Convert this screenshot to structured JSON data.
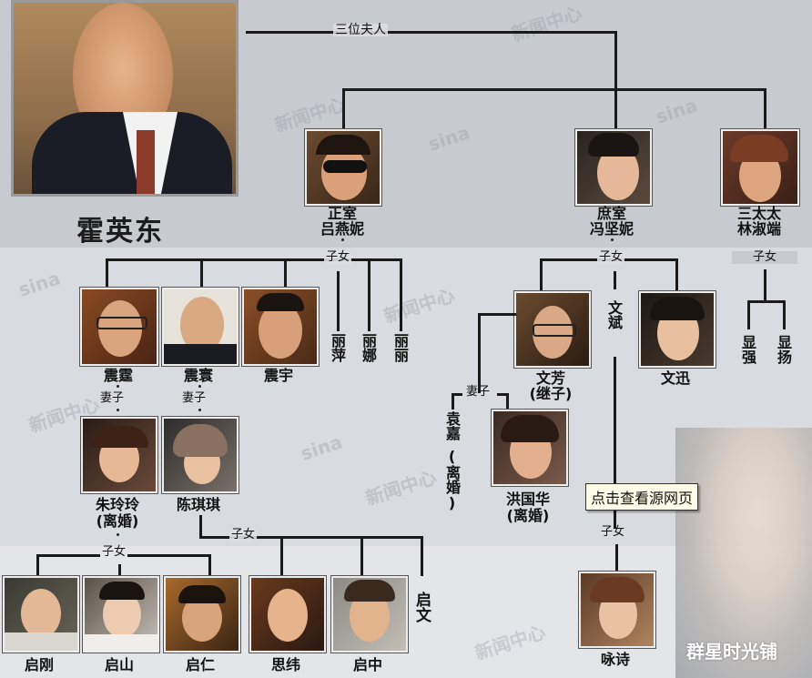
{
  "patriarch": {
    "name": "霍英东"
  },
  "wives_connector": "三位夫人",
  "wives": [
    {
      "title": "正室",
      "name": "吕燕妮",
      "children_label": "子女"
    },
    {
      "title": "庶室",
      "name": "冯坚妮",
      "children_label": "子女"
    },
    {
      "title": "三太太",
      "name": "林淑端",
      "children_label": "子女"
    }
  ],
  "wife1_children": {
    "sons": [
      {
        "name": "震霆",
        "spouse_label": "妻子"
      },
      {
        "name": "震寰",
        "spouse_label": "妻子"
      },
      {
        "name": "震宇"
      }
    ],
    "daughters": [
      "丽萍",
      "丽娜",
      "丽丽"
    ]
  },
  "wife2_children": {
    "sons": [
      {
        "name": "文芳",
        "note": "(继子)",
        "spouse_label": "妻子"
      },
      {
        "name": "文迅"
      }
    ],
    "middle": {
      "name": "文斌",
      "children_label": "子女"
    }
  },
  "wife3_children": [
    "显强",
    "显扬"
  ],
  "spouses": {
    "zhenting_wife": {
      "name": "朱玲玲",
      "note": "(离婚)",
      "children_label": "子女"
    },
    "zhenhuan_wife": {
      "name": "陈琪琪",
      "children_label": "子女"
    },
    "wenfang_wife1": {
      "name": "袁嘉",
      "note": "(离婚)"
    },
    "wenfang_wife2": {
      "name": "洪国华",
      "note": "(离婚)"
    }
  },
  "grandchildren": {
    "zhenting": [
      "启刚",
      "启山",
      "启仁"
    ],
    "zhenhuan": [
      "思纬",
      "启中",
      "启文"
    ],
    "wenbin": [
      "咏诗"
    ]
  },
  "tooltip": "点击查看源网页",
  "credit": "群星时光铺",
  "watermark": [
    "新闻中心",
    "sina"
  ],
  "colors": {
    "line": "#1a1a1a",
    "bg_top": "#c7cbd0",
    "bg_mid": "#d8dbdf",
    "bg_bottom": "#e3e5e8"
  }
}
